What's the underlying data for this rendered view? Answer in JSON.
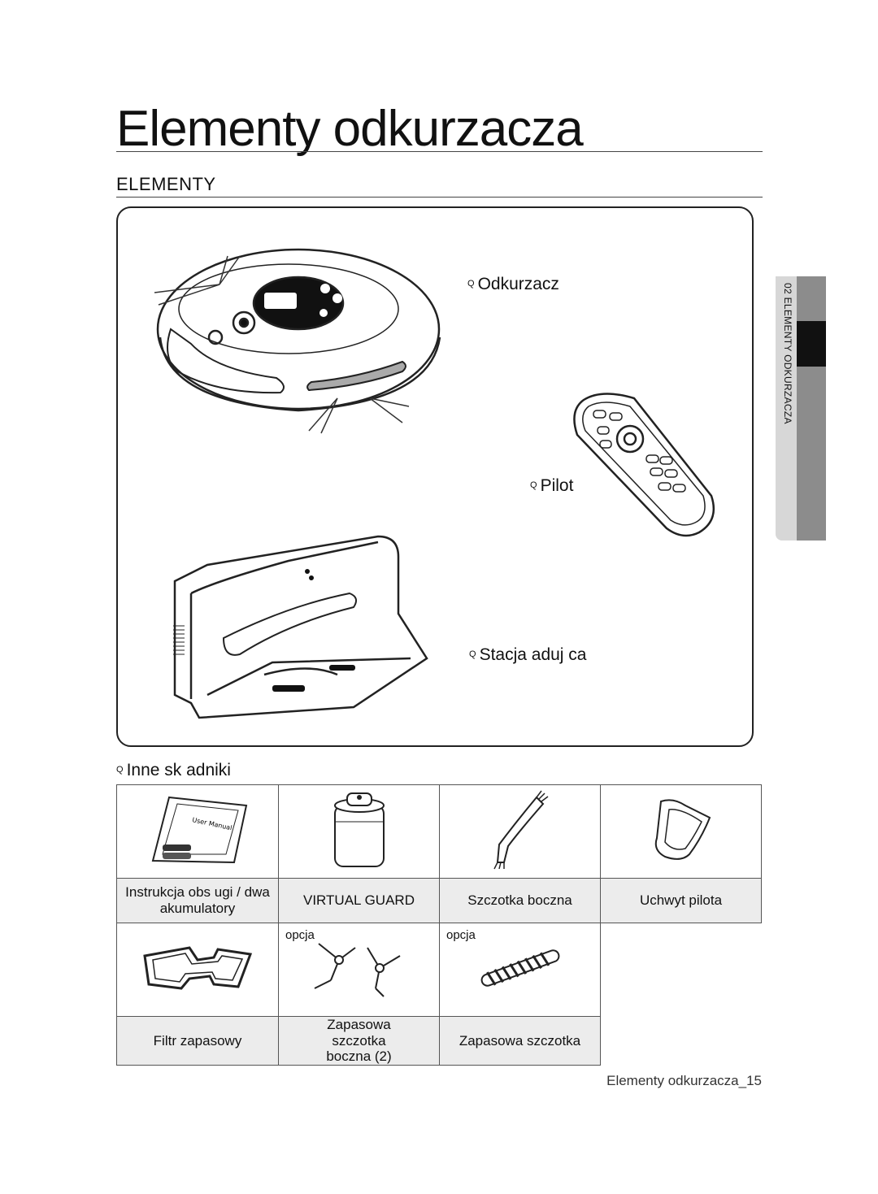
{
  "header": {
    "title": "Elementy odkurzacza",
    "section": "ELEMENTY"
  },
  "components": {
    "vacuum": "Odkurzacz",
    "remote": "Pilot",
    "station": "Stacja  aduj ca",
    "other": "Inne sk adniki",
    "bullet_glyph": "Q"
  },
  "side_tab": {
    "text": "02  ELEMENTY ODKURZACZA"
  },
  "accessories": {
    "row1": [
      {
        "label": "Instrukcja obs ugi / dwa akumulatory",
        "icon": "manual-bag-icon"
      },
      {
        "label": "VIRTUAL GUARD",
        "icon": "virtual-guard-icon"
      },
      {
        "label": "Szczotka boczna",
        "icon": "cleaning-brush-icon"
      },
      {
        "label": "Uchwyt pilota",
        "icon": "remote-holder-icon"
      }
    ],
    "row2": [
      {
        "label": "Filtr zapasowy",
        "icon": "filter-icon",
        "tag": ""
      },
      {
        "label": "Zapasowa szczotka boczna (2)",
        "icon": "side-brushes-icon",
        "tag": "opcja"
      },
      {
        "label": "Zapasowa szczotka",
        "icon": "main-brush-icon",
        "tag": "opcja"
      }
    ],
    "manual_cover_text": "User Manual"
  },
  "footer": {
    "page_label": "Elementy odkurzacza_15"
  }
}
